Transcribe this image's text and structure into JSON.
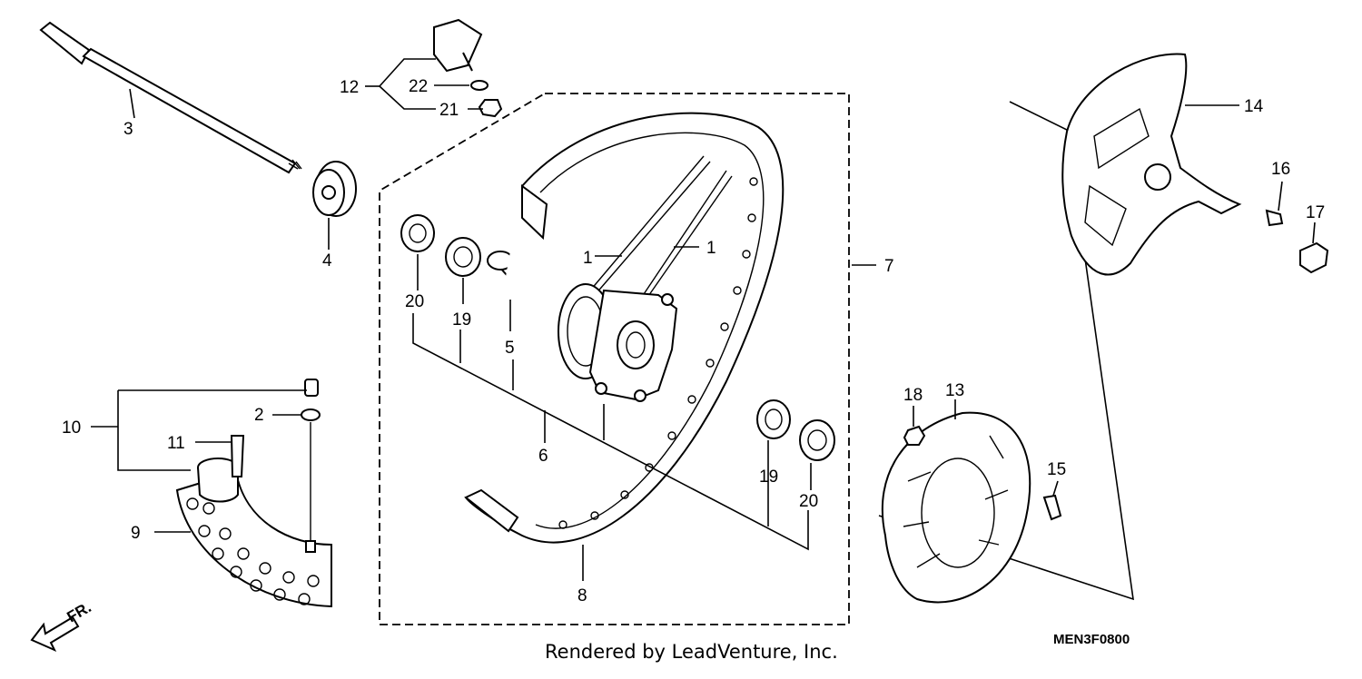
{
  "callouts": [
    "1",
    "1",
    "2",
    "3",
    "4",
    "5",
    "6",
    "7",
    "8",
    "9",
    "10",
    "11",
    "12",
    "13",
    "14",
    "15",
    "16",
    "17",
    "18",
    "19",
    "19",
    "20",
    "20",
    "21",
    "22"
  ],
  "direction_label": "FR.",
  "footer_text": "Rendered by LeadVenture, Inc.",
  "diagram_code": "MEN3F0800"
}
